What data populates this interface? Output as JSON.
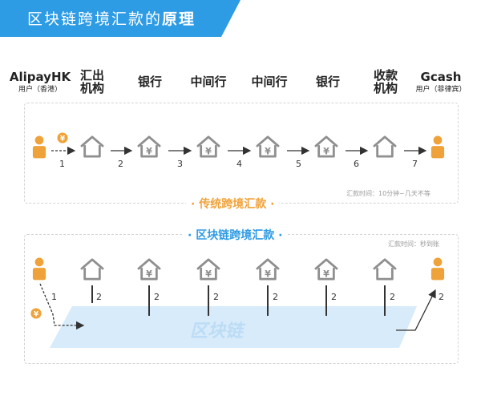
{
  "header": {
    "title_normal": "区块链跨境汇款的",
    "title_bold": "原理"
  },
  "columns": [
    {
      "line1": "AlipayHK",
      "line2": "用户（香港）"
    },
    {
      "line1": "汇出",
      "line2": "机构"
    },
    {
      "line1": "银行",
      "line2": ""
    },
    {
      "line1": "中间行",
      "line2": ""
    },
    {
      "line1": "中间行",
      "line2": ""
    },
    {
      "line1": "银行",
      "line2": ""
    },
    {
      "line1": "收款",
      "line2": "机构"
    },
    {
      "line1": "Gcash",
      "line2": "用户（菲律宾）"
    }
  ],
  "traditional": {
    "label": "传统跨境汇款",
    "note": "汇款时间：10分钟~几天不等",
    "steps": [
      "1",
      "2",
      "3",
      "4",
      "5",
      "6",
      "7"
    ]
  },
  "blockchain": {
    "label": "区块链跨境汇款",
    "note": "汇款时间：秒到账",
    "chain_text": "区块链",
    "steps": [
      "1",
      "2",
      "2",
      "2",
      "2",
      "2",
      "2",
      "2"
    ]
  },
  "colors": {
    "blue": "#2e9be5",
    "orange": "#f0a23a",
    "gray": "#8f8f8f",
    "light_blue": "#d7ebfb"
  },
  "icons": [
    "person-icon",
    "house-icon",
    "bank-yen-icon",
    "yen-coin-icon",
    "arrow-icon"
  ]
}
